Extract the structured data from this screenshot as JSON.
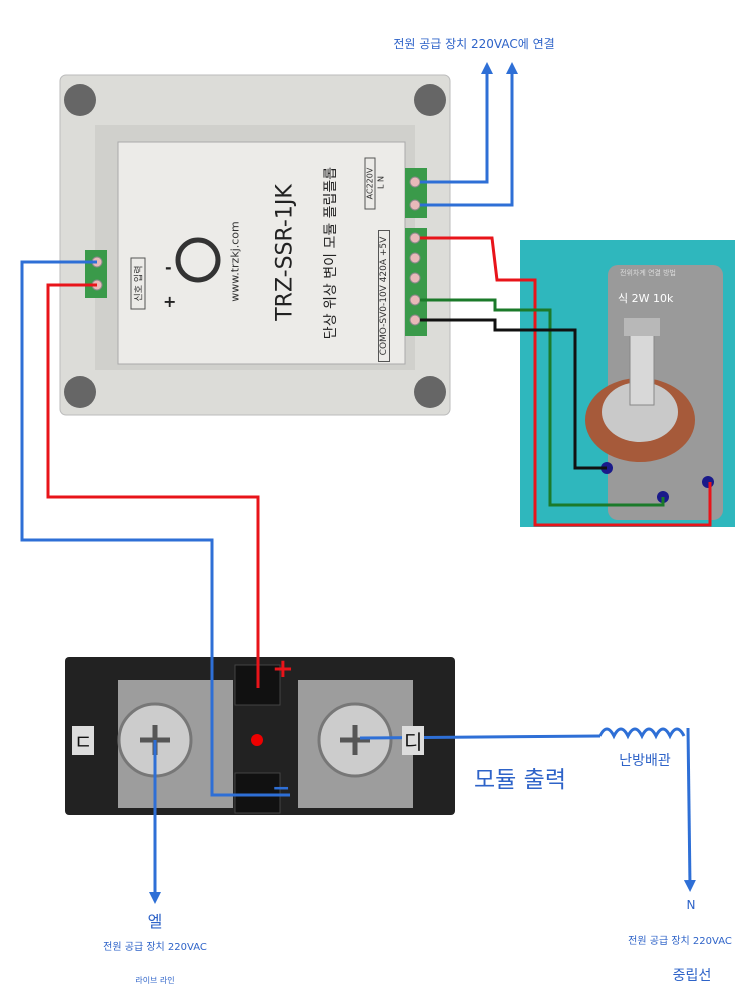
{
  "labels": {
    "top_supply": "전원 공급 장치 220VAC에 연결",
    "module_output": "모듈 출력",
    "heater": "난방배관",
    "live_symbol": "엘",
    "live_supply": "전원 공급 장치 220VAC",
    "live_line": "라이브 라인",
    "neutral_symbol": "N",
    "neutral_supply": "전원 공급 장치 220VAC",
    "neutral_line": "중립선"
  },
  "module": {
    "model": "TRZ-SSR-1JK",
    "website": "www.trzkj.com",
    "description": "단상 위상 변이 모듈 플립플롭",
    "power_label": "AC220V",
    "power_terminals": "L  N",
    "input_terminals": "COMO-SV0-10V 420A +5V",
    "control_input": "신호 입력",
    "minus": "-",
    "plus": "+"
  },
  "potentiometer": {
    "caption": "전위차계 연결 방법",
    "spec": "식 2W 10k"
  },
  "ssr": {
    "plus": "+",
    "minus": "−",
    "left_mark": "ㄷ",
    "right_mark": "디"
  },
  "colors": {
    "wire_blue": "#2e6fd6",
    "wire_red": "#e8141a",
    "wire_green": "#1b7a2a",
    "text_blue": "#2e63c8",
    "pot_bg": "#2fb7bd"
  }
}
